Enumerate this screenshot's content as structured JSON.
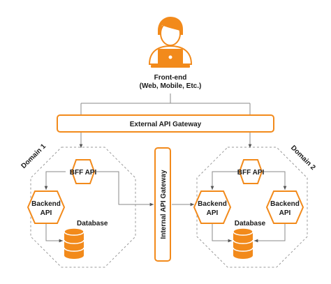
{
  "user": {
    "label_line1": "Front-end",
    "label_line2": "(Web, Mobile, Etc.)"
  },
  "external_gateway": {
    "label": "External API Gateway"
  },
  "internal_gateway": {
    "label": "Internal API Gateway"
  },
  "domain1": {
    "label": "Domain 1",
    "bff_label": "BFF API",
    "backend_line1": "Backend",
    "backend_line2": "API",
    "database_label": "Database"
  },
  "domain2": {
    "label": "Domain 2",
    "bff_label": "BFF API",
    "backend_left_line1": "Backend",
    "backend_left_line2": "API",
    "backend_right_line1": "Backend",
    "backend_right_line2": "API",
    "database_label": "Database"
  },
  "colors": {
    "accent": "#f28a1b",
    "line": "#8a8a8a",
    "text": "#1a1a1a"
  }
}
